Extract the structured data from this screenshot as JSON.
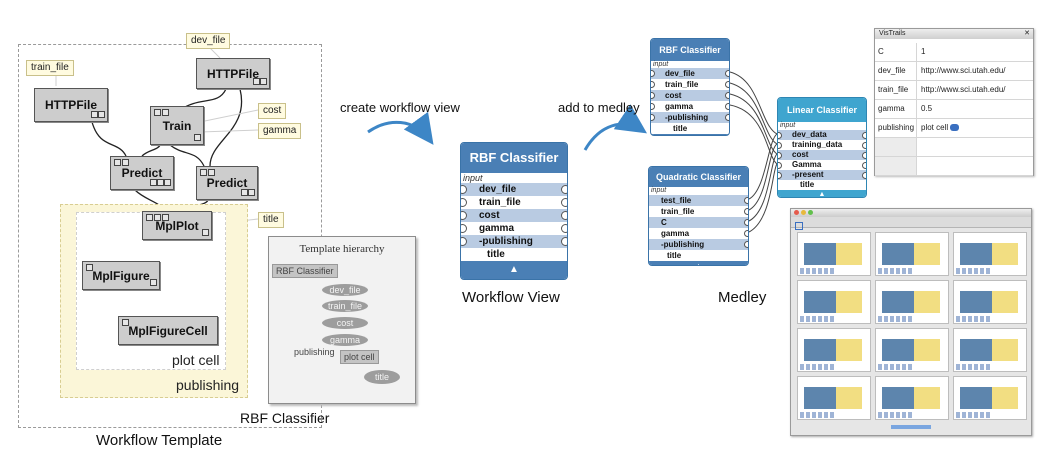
{
  "template": {
    "caption": "Workflow Template",
    "zones": {
      "publishing": "publishing",
      "plot_cell": "plot cell"
    },
    "modules": {
      "httpfile_left": "HTTPFile",
      "httpfile_right": "HTTPFile",
      "train": "Train",
      "predict_left": "Predict",
      "predict_right": "Predict",
      "mplplot": "MplPlot",
      "mplfigure": "MplFigure",
      "mplfigurecell": "MplFigureCell"
    },
    "params": {
      "train_file": "train_file",
      "dev_file": "dev_file",
      "cost": "cost",
      "gamma": "gamma",
      "title": "title"
    },
    "hierarchy": {
      "title": "Template hierarchy",
      "root": "RBF Classifier",
      "dev_file": "dev_file",
      "train_file": "train_file",
      "cost": "cost",
      "gamma": "gamma",
      "publishing": "publishing",
      "plot_cell": "plot cell",
      "title_node": "title"
    },
    "rbf_label": "RBF Classifier"
  },
  "arrows": {
    "create_view": "create workflow view",
    "add_medley": "add to medley"
  },
  "workflow_view": {
    "caption": "Workflow View",
    "title": "RBF Classifier",
    "input_label": "input",
    "rows": [
      "dev_file",
      "train_file",
      "cost",
      "gamma",
      "-publishing",
      "title"
    ],
    "footer": "▲"
  },
  "medley": {
    "caption": "Medley",
    "rbf": {
      "title": "RBF Classifier",
      "input_label": "input",
      "rows": [
        "dev_file",
        "train_file",
        "cost",
        "gamma",
        "-publishing",
        "title"
      ],
      "footer": "▲"
    },
    "quadratic": {
      "title": "Quadratic Classifier",
      "input_label": "input",
      "rows": [
        "test_file",
        "train_file",
        "C",
        "gamma",
        "-publishing",
        "title"
      ],
      "footer": "▲"
    },
    "linear": {
      "title": "Linear Classifier",
      "input_label": "input",
      "rows": [
        "dev_data",
        "training_data",
        "cost",
        "Gamma",
        "-present",
        "title"
      ],
      "footer": "▲"
    }
  },
  "vistrails_window": {
    "title": "VisTrails",
    "rows": [
      {
        "key": "C",
        "value": "1"
      },
      {
        "key": "dev_file",
        "value": "http://www.sci.utah.edu/"
      },
      {
        "key": "train_file",
        "value": "http://www.sci.utah.edu/"
      },
      {
        "key": "gamma",
        "value": "0.5"
      },
      {
        "key": "publishing",
        "value": "plot cell"
      }
    ]
  },
  "colors": {
    "widget_header": "#4a7fb5",
    "widget_row_alt": "#b9cbe2",
    "linear_header": "#3fa5cf",
    "publishing_zone": "#fbf6d8",
    "cell_blue": "#5d85ad",
    "cell_yellow": "#f2de82"
  }
}
